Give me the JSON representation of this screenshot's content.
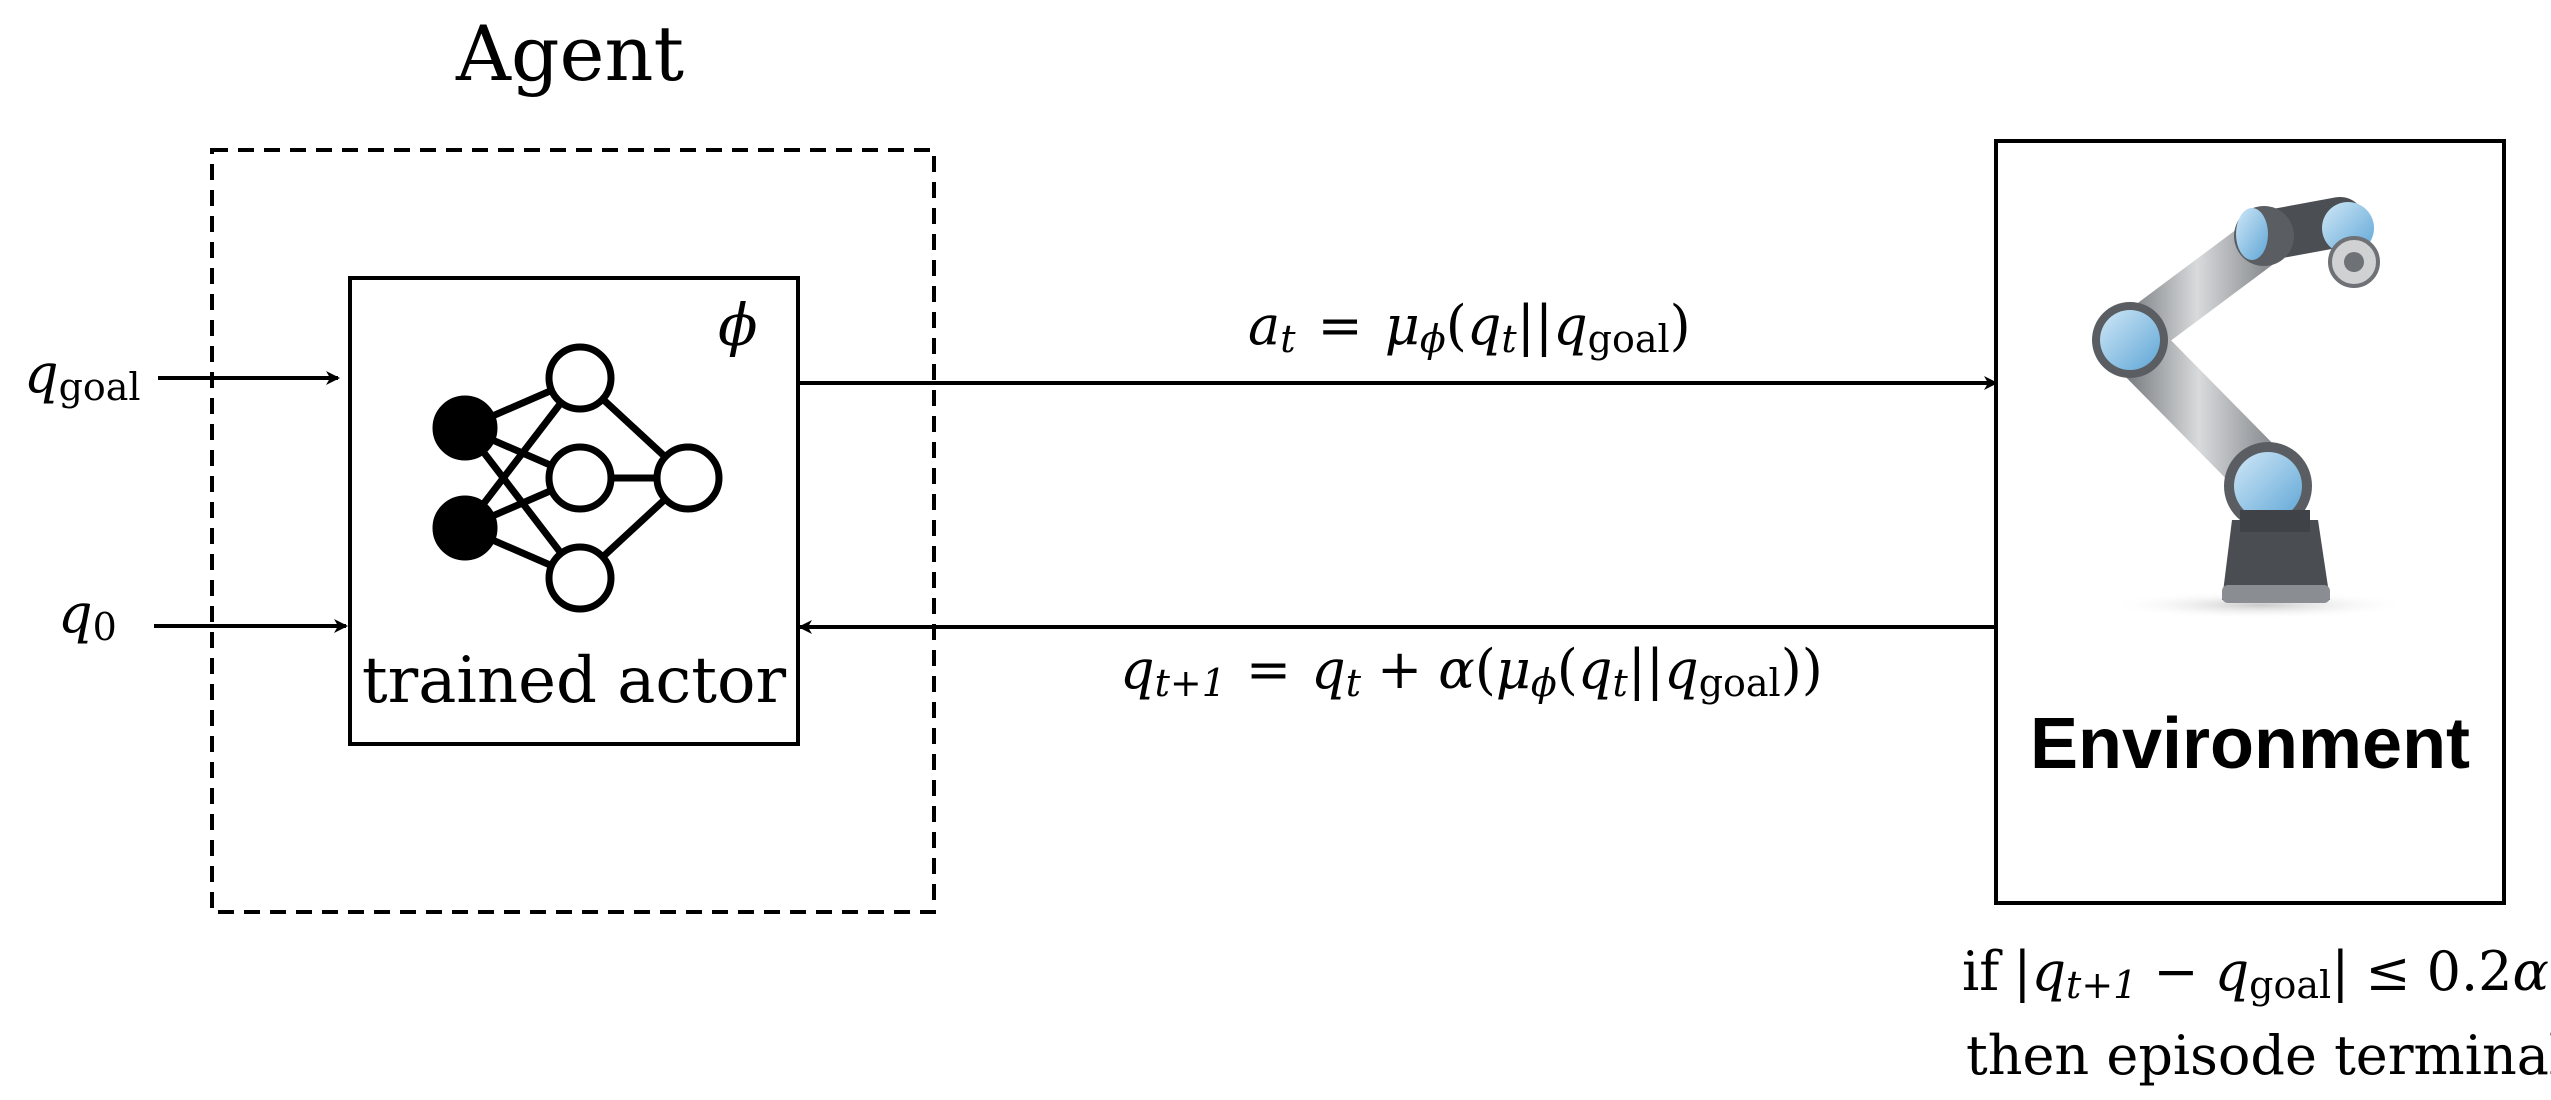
{
  "agent": {
    "title": "Agent"
  },
  "actor": {
    "label": "trained actor",
    "param_symbol": "ϕ"
  },
  "inputs": {
    "goal": {
      "symbol": "q",
      "subscript": "goal"
    },
    "initial": {
      "symbol": "q",
      "subscript": "0"
    }
  },
  "action_arrow": {
    "a": "a",
    "a_sub": "t",
    "eq": "=",
    "mu": "μ",
    "mu_sub": "ϕ",
    "lp": "(",
    "q1": "q",
    "q1_sub": "t",
    "bars": "||",
    "q2": "q",
    "q2_sub": "goal",
    "rp": ")"
  },
  "state_arrow": {
    "q": "q",
    "q_sub": "t+1",
    "eq": "=",
    "q2": "q",
    "q2_sub": "t",
    "plus": "+",
    "alpha": "α",
    "lp": "(",
    "mu": "μ",
    "mu_sub": "ϕ",
    "lp2": "(",
    "q3": "q",
    "q3_sub": "t",
    "bars": "||",
    "q4": "q",
    "q4_sub": "goal",
    "rp": "))"
  },
  "environment": {
    "label": "Environment"
  },
  "termination": {
    "if": "if",
    "bar_open": "|",
    "q": "q",
    "q_sub": "t+1",
    "minus": "−",
    "q2": "q",
    "q2_sub": "goal",
    "bar_close": "|",
    "leq": "≤",
    "value": "0.2",
    "alpha": "α",
    "line2": "then episode terminal"
  },
  "colors": {
    "line": "#000000",
    "robot_link": "#a8aaad",
    "robot_joint": "#5a5d61",
    "robot_accent": "#8fc3e6"
  }
}
